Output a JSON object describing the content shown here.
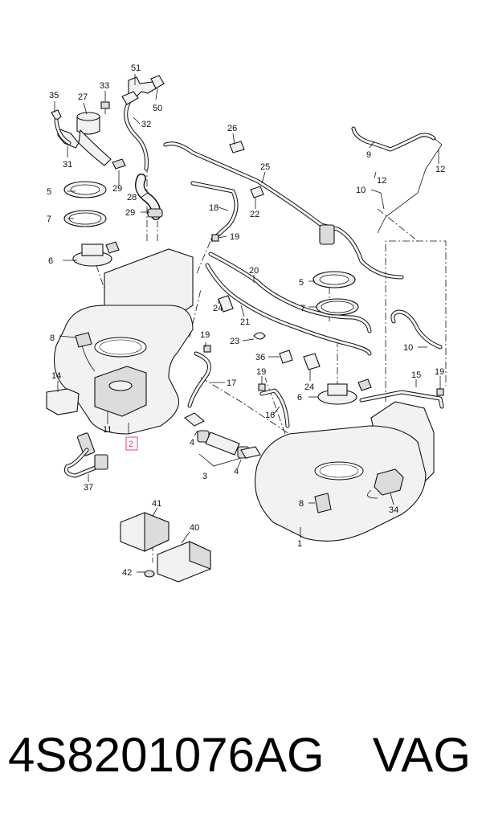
{
  "callouts": [
    "51",
    "33",
    "35",
    "27",
    "50",
    "32",
    "31",
    "29",
    "28",
    "29",
    "26",
    "25",
    "18",
    "22",
    "19",
    "9",
    "12",
    "10",
    "12",
    "5",
    "7",
    "6",
    "8",
    "14",
    "11",
    "2",
    "17",
    "19",
    "24",
    "21",
    "20",
    "5",
    "7",
    "23",
    "36",
    "24",
    "19",
    "16",
    "6",
    "15",
    "19",
    "10",
    "4",
    "3",
    "4",
    "37",
    "41",
    "40",
    "42",
    "34",
    "8",
    "1"
  ],
  "highlighted_callout": "2",
  "highlight_color": "#e04b6a",
  "footer": {
    "part_number": "4S8201076AG",
    "brand": "VAG"
  }
}
